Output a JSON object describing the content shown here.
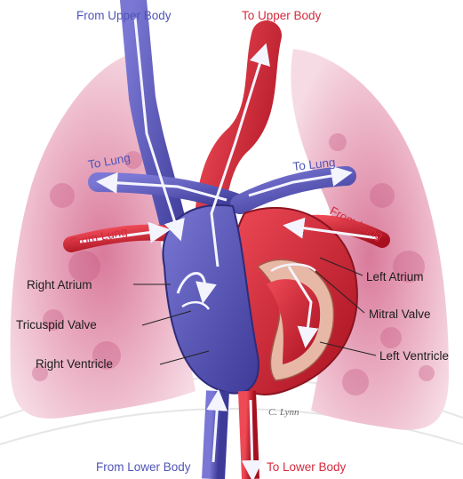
{
  "labels": {
    "from_upper_body": "From Upper Body",
    "to_upper_body": "To Upper Body",
    "to_lung_left": "To Lung",
    "to_lung_right": "To Lung",
    "from_lung_left": "From Lung",
    "from_lung_right": "From Lung",
    "right_atrium": "Right Atrium",
    "tricuspid_valve": "Tricuspid Valve",
    "right_ventricle": "Right Ventricle",
    "left_atrium": "Left Atrium",
    "mitral_valve": "Mitral Valve",
    "left_ventricle": "Left Ventricle",
    "from_lower_body": "From Lower Body",
    "to_lower_body": "To Lower Body"
  },
  "signature": "C. Lynn",
  "colors": {
    "deoxygenated_blood": "#5a56b8",
    "oxygenated_blood": "#d8283a",
    "lung_tissue": "#eab3c6",
    "arrow": "#f4f4ff"
  }
}
